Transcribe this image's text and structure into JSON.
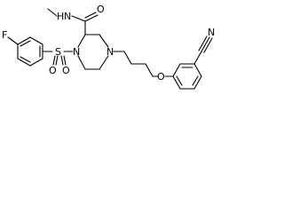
{
  "atoms": {
    "fluorine": "F",
    "amide_n": "N",
    "amide_h": "H",
    "amide_o": "O",
    "sulfonyl_s": "S",
    "sulfonyl_o_left": "O",
    "sulfonyl_o_right": "O",
    "piperazine_n1": "N",
    "piperazine_n4": "N",
    "ether_o": "O",
    "nitrile_n": "N"
  }
}
